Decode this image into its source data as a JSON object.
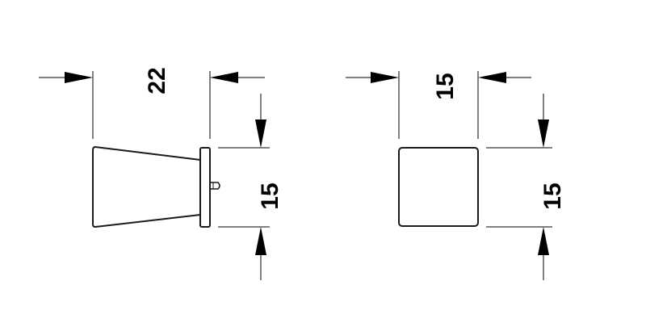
{
  "side_view": {
    "width_label": "22",
    "height_label": "15"
  },
  "front_view": {
    "width_label": "15",
    "height_label": "15"
  },
  "colors": {
    "line": "#000000",
    "background": "#ffffff"
  }
}
